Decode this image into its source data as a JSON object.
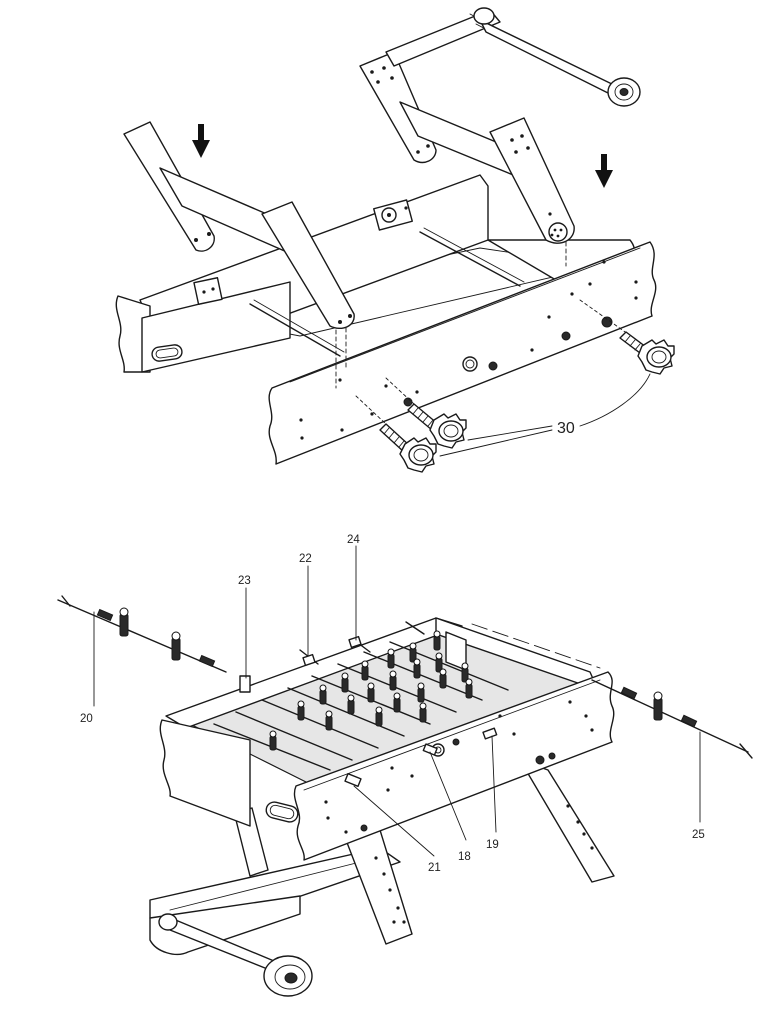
{
  "figure_top": {
    "callouts": [
      "30"
    ]
  },
  "figure_bottom": {
    "callouts": [
      "24",
      "22",
      "23",
      "20",
      "25",
      "21",
      "18",
      "19"
    ]
  }
}
